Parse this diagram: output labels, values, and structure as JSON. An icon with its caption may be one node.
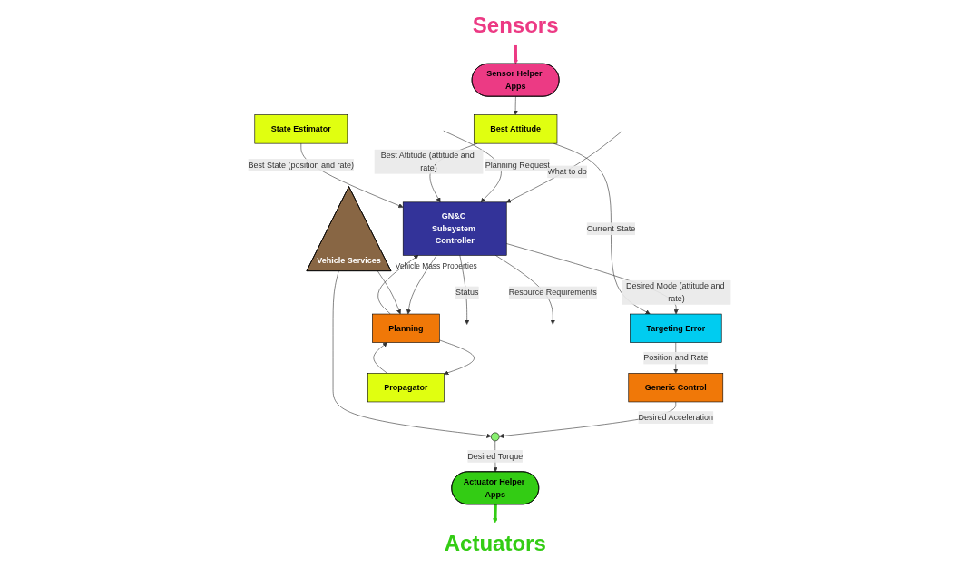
{
  "diagram": {
    "nodes": [
      {
        "text": [
          "GN&C Subsystem Controller"
        ]
      },
      {
        "text": [
          "Targeting Error"
        ]
      },
      {
        "text": [
          "Generic Control"
        ]
      },
      {
        "text": [
          "Best Attitude"
        ]
      },
      {
        "text": [
          "State Estimator"
        ]
      },
      {
        "text": [
          "Planning"
        ]
      },
      {
        "text": [
          "Propagator"
        ]
      },
      {
        "text": [
          "Vehicle Services"
        ],
        "beside": [
          "Vehicle Mass Properties"
        ]
      },
      {
        "text": [
          "Sensor Helper Apps"
        ]
      },
      {
        "text": [],
        "shape": "circle"
      },
      {
        "text": [
          "Actuator Helper Apps"
        ]
      },
      {
        "text": [
          "Sensors"
        ]
      },
      {
        "text": [
          "Actuators"
        ]
      }
    ],
    "edges": [
      {
        "from": null,
        "to": 0,
        "arrow": "to",
        "label": "What to do"
      },
      {
        "from": 0,
        "to": null,
        "arrow": "to",
        "label": "Status"
      },
      {
        "from": null,
        "to": 0,
        "arrow": "to",
        "label": "Planning Request"
      },
      {
        "from": 0,
        "to": null,
        "arrow": "to",
        "label": "Resource Requirements"
      },
      {
        "from": 0,
        "to": 1,
        "arrow": "to",
        "label": "Desired Mode (attitude and rate)"
      },
      {
        "from": 3,
        "to": 0,
        "arrow": "to",
        "label": "Best Attitude (attitude and rate)"
      },
      {
        "from": 4,
        "to": 0,
        "arrow": "to",
        "label": "Best State (position and rate)"
      },
      {
        "from": 0,
        "to": 5,
        "arrow": "to"
      },
      {
        "from": 5,
        "to": 0,
        "arrow": "to"
      },
      {
        "from": 5,
        "to": 6,
        "arrow": "to"
      },
      {
        "from": 6,
        "to": 5,
        "arrow": "to"
      },
      {
        "from": 3,
        "to": 1,
        "arrow": "to",
        "label": "Current State"
      },
      {
        "from": 1,
        "to": 2,
        "arrow": "to",
        "label": "Position and Rate"
      },
      {
        "from": 2,
        "to": 9,
        "arrow": "to",
        "label": "Desired Acceleration"
      },
      {
        "from": 9,
        "to": 10,
        "arrow": "to",
        "label": "Desired Torque"
      },
      {
        "from": 7,
        "to": 5,
        "arrow": "to"
      },
      {
        "from": 7,
        "to": 9,
        "arrow": "to"
      },
      {
        "from": 8,
        "to": 3,
        "arrow": "to"
      },
      {
        "from": 11,
        "to": 8,
        "arrow": "to",
        "style": "thick",
        "color": "#ec3a84"
      },
      {
        "from": 10,
        "to": 12,
        "arrow": "to",
        "style": "thick",
        "color": "#33cc14"
      }
    ]
  }
}
